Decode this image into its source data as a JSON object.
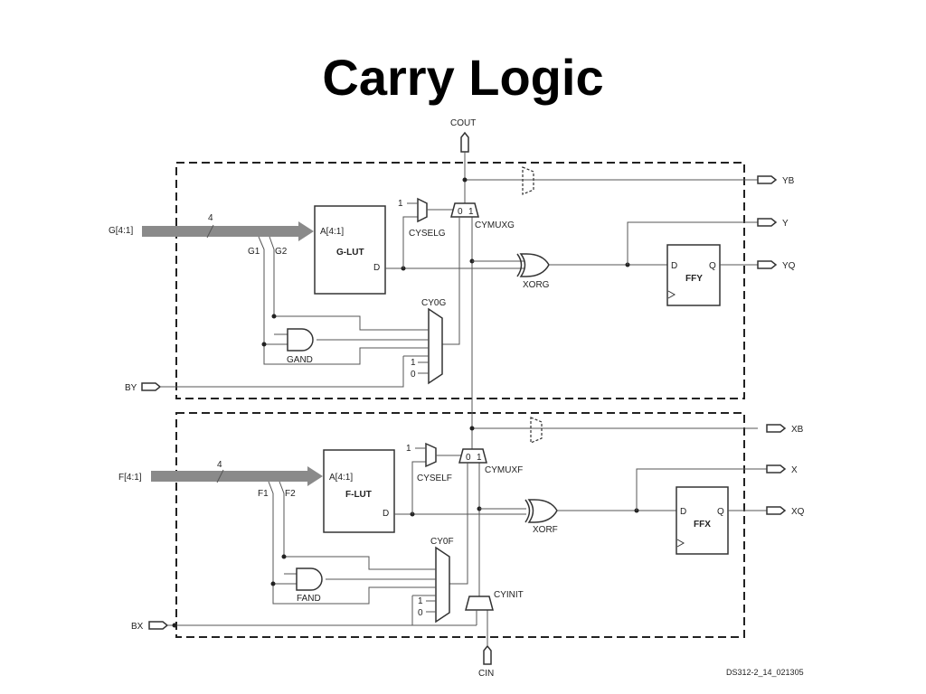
{
  "slide": {
    "title": "Carry Logic"
  },
  "diagram": {
    "top_slice": {
      "input_bus": "G[4:1]",
      "bus_width": "4",
      "g1": "G1",
      "g2": "G2",
      "lut_addr": "A[4:1]",
      "lut_name": "G-LUT",
      "lut_out": "D",
      "cyselg": "CYSELG",
      "cyselg_const": "1",
      "cymuxg": "CYMUXG",
      "cymuxg_sel0": "0",
      "cymuxg_sel1": "1",
      "cy0g": "CY0G",
      "cy0g_one": "1",
      "cy0g_zero": "0",
      "gand": "GAND",
      "xorg": "XORG",
      "ff_name": "FFY",
      "ff_d": "D",
      "ff_q": "Q",
      "out_yb": "YB",
      "out_y": "Y",
      "out_yq": "YQ",
      "in_by": "BY"
    },
    "bottom_slice": {
      "input_bus": "F[4:1]",
      "bus_width": "4",
      "f1": "F1",
      "f2": "F2",
      "lut_addr": "A[4:1]",
      "lut_name": "F-LUT",
      "lut_out": "D",
      "cyself": "CYSELF",
      "cyself_const": "1",
      "cymuxf": "CYMUXF",
      "cymuxf_sel0": "0",
      "cymuxf_sel1": "1",
      "cy0f": "CY0F",
      "cy0f_one": "1",
      "cy0f_zero": "0",
      "fand": "FAND",
      "xorf": "XORF",
      "ff_name": "FFX",
      "ff_d": "D",
      "ff_q": "Q",
      "out_xb": "XB",
      "out_x": "X",
      "out_xq": "XQ",
      "in_bx": "BX",
      "cyinit": "CYINIT"
    },
    "cout": "COUT",
    "cin": "CIN",
    "figure_id": "DS312-2_14_021305"
  }
}
